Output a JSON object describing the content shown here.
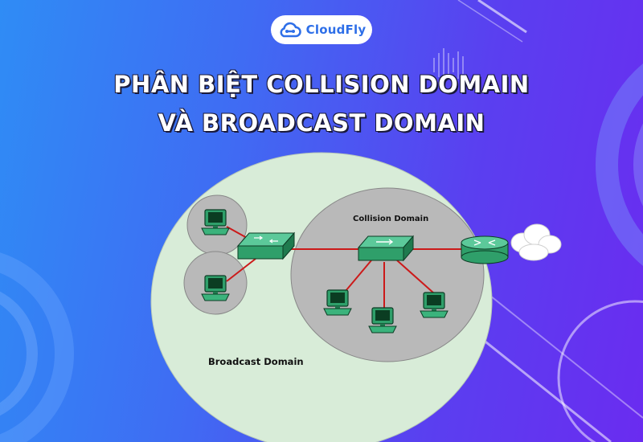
{
  "brand": {
    "name": "CloudFly"
  },
  "title": {
    "line1": "PHÂN BIỆT COLLISION  DOMAIN",
    "line2": "VÀ BROADCAST DOMAIN"
  },
  "diagram": {
    "collision_label": "Collision Domain",
    "broadcast_label": "Broadcast Domain"
  },
  "colors": {
    "device_green": "#2f9f6a",
    "domain_outer": "#d8ecd8",
    "domain_inner": "#b9b9b9",
    "link_red": "#cc1a1a",
    "router_teal": "#3aa98a"
  }
}
